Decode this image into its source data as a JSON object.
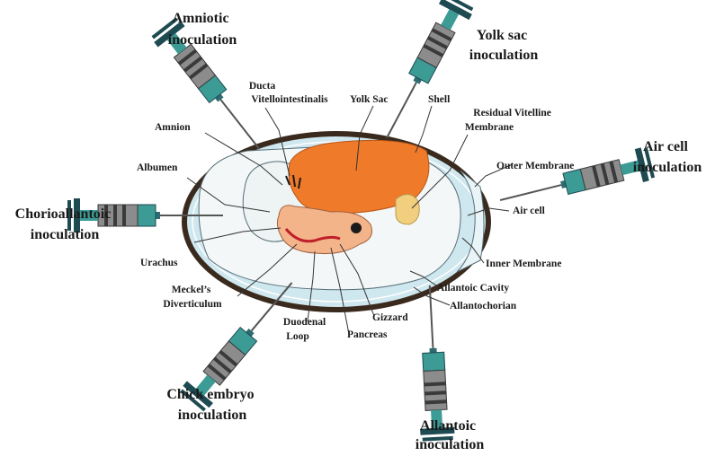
{
  "colors": {
    "shell": "#3a2a1e",
    "albumen": "#cfe7ee",
    "inner_region": "#f4f7f7",
    "yolk_sac": "#ee7a2a",
    "residual_yolk": "#f2cf7e",
    "embryo": "#f4b48a",
    "syringe_body": "#8c8c8c",
    "syringe_teal": "#3c9b95",
    "syringe_dark": "#1e4a52"
  },
  "injections": {
    "amniotic": [
      "Amniotic",
      "inoculation"
    ],
    "yolk_sac": [
      "Yolk sac",
      "inoculation"
    ],
    "air_cell": [
      "Air cell",
      "inoculation"
    ],
    "chorioallantoic": [
      "Chorioallantoic",
      "inoculation"
    ],
    "chick_embryo": [
      "Chick embryo",
      "inoculation"
    ],
    "allantoic": [
      "Allantoic",
      "inoculation"
    ]
  },
  "structures": {
    "ducta": [
      "Ducta",
      "Vitellointestinalis"
    ],
    "yolk_sac": "Yolk Sac",
    "shell": "Shell",
    "residual": [
      "Residual Vitelline",
      "Membrane"
    ],
    "amnion": "Amnion",
    "albumen": "Albumen",
    "outer_membrane": "Outer Membrane",
    "air_cell": "Air cell",
    "urachus": "Urachus",
    "inner_membrane": "Inner Membrane",
    "meckels": [
      "Meckel’s",
      "Diverticulum"
    ],
    "allantoic_cavity": "Allantoic Cavity",
    "allantochorian": "Allantochorian",
    "duodenal": [
      "Duodenal",
      "Loop"
    ],
    "gizzard": "Gizzard",
    "pancreas": "Pancreas"
  }
}
